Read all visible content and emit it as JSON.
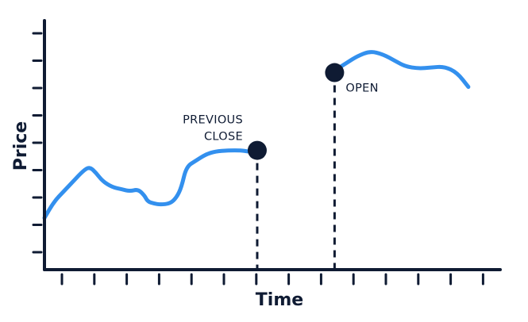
{
  "chart_data": {
    "type": "line",
    "xlabel": "Time",
    "ylabel": "Price",
    "xlim": [
      0,
      14
    ],
    "ylim": [
      0,
      100
    ],
    "x_ticks": [
      0.5,
      1.5,
      2.5,
      3.5,
      4.5,
      5.5,
      6.5,
      7.5,
      8.5,
      9.5,
      10.5,
      11.5,
      12.5,
      13.5
    ],
    "y_ticks": [
      10,
      24,
      38,
      52,
      66,
      80,
      94,
      108,
      122
    ],
    "grid": false,
    "series": [
      {
        "segment": "before",
        "points": [
          [
            0,
            16
          ],
          [
            0.3,
            24
          ],
          [
            0.6,
            29
          ],
          [
            0.9,
            34
          ],
          [
            1.2,
            39
          ],
          [
            1.4,
            41
          ],
          [
            1.6,
            38
          ],
          [
            1.8,
            34
          ],
          [
            2.1,
            31
          ],
          [
            2.4,
            30
          ],
          [
            2.65,
            29
          ],
          [
            2.9,
            30
          ],
          [
            3.1,
            27
          ],
          [
            3.2,
            24
          ],
          [
            3.4,
            23
          ],
          [
            3.6,
            22.5
          ],
          [
            3.9,
            23
          ],
          [
            4.1,
            26
          ],
          [
            4.25,
            31
          ],
          [
            4.4,
            41
          ],
          [
            4.7,
            44
          ],
          [
            5.0,
            47
          ],
          [
            5.3,
            48.5
          ],
          [
            5.7,
            49
          ],
          [
            6.1,
            49
          ],
          [
            6.3,
            48.5
          ]
        ]
      },
      {
        "segment": "after",
        "points": [
          [
            9.1,
            89
          ],
          [
            9.4,
            92
          ],
          [
            9.7,
            95
          ],
          [
            10.1,
            97.5
          ],
          [
            10.5,
            96
          ],
          [
            10.9,
            92.5
          ],
          [
            11.2,
            90
          ],
          [
            11.6,
            89
          ],
          [
            12.0,
            89.5
          ],
          [
            12.4,
            90
          ],
          [
            12.8,
            87
          ],
          [
            13.15,
            80
          ]
        ]
      }
    ],
    "markers": [
      {
        "id": "previous-close",
        "x": 6.6,
        "y": 49,
        "label": [
          "PREVIOUS",
          "CLOSE"
        ]
      },
      {
        "id": "open",
        "x": 9.0,
        "y": 87,
        "label": [
          "OPEN"
        ]
      }
    ],
    "colors": {
      "line": "#3390ee",
      "ink": "#0f1b33"
    }
  }
}
